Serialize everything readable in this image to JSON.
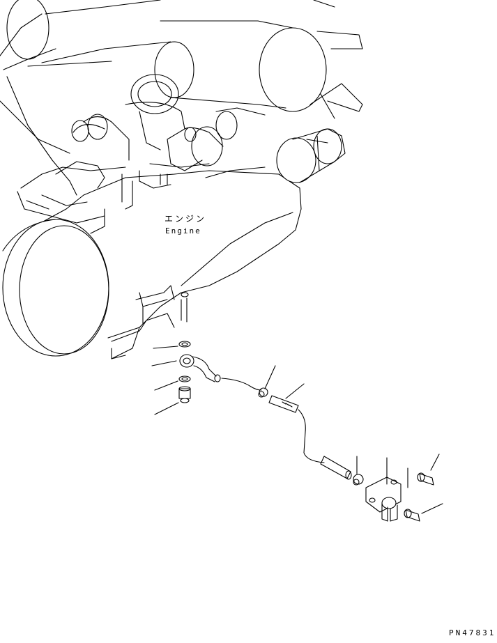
{
  "engine_label": {
    "japanese": "エンジン",
    "english": "Engine"
  },
  "part_number": "PN47831"
}
